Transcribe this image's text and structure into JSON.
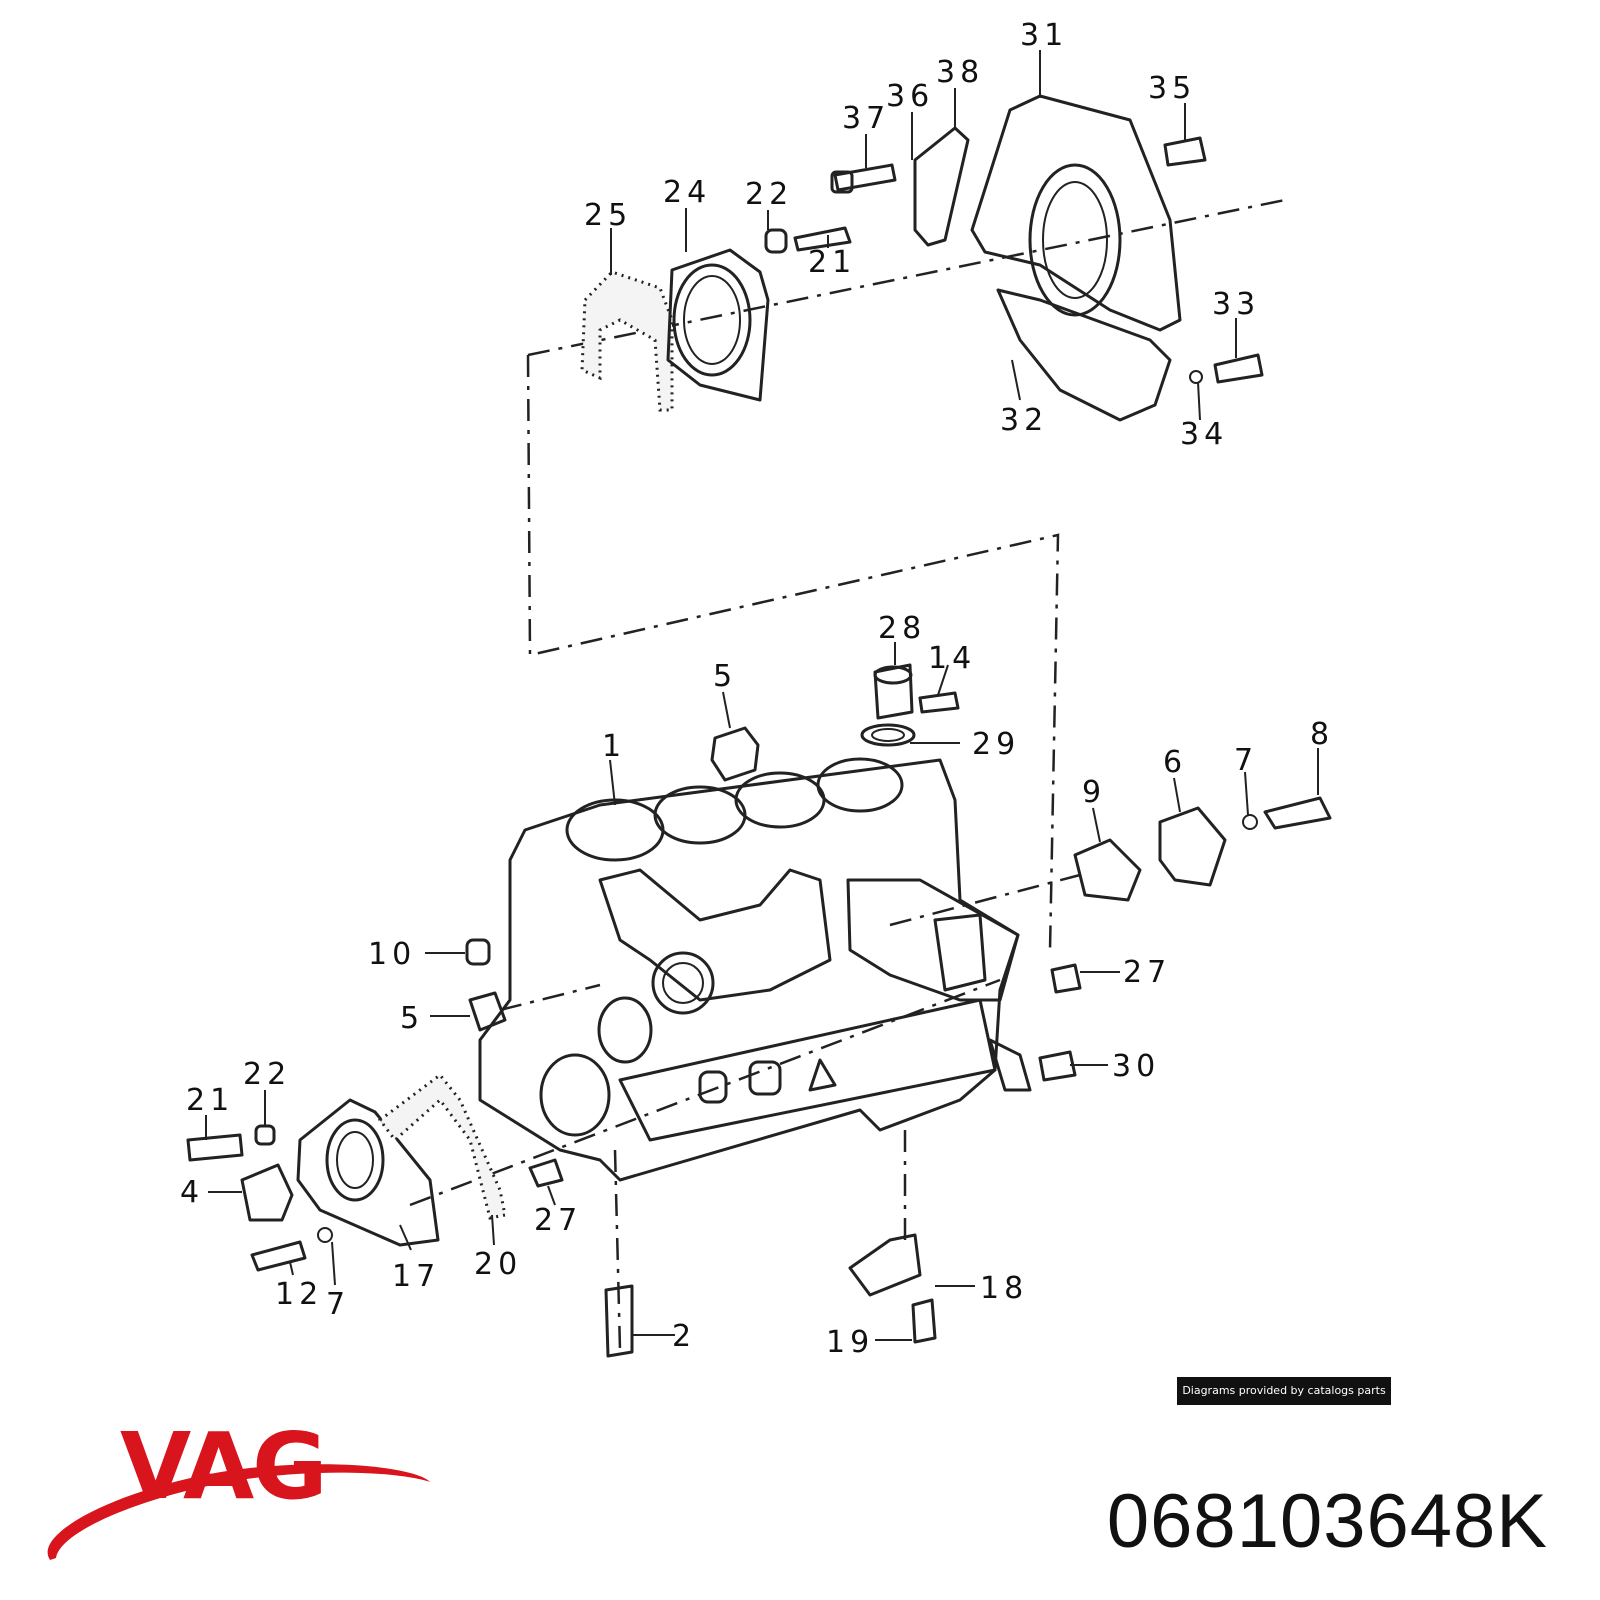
{
  "diagram": {
    "callouts": [
      "1",
      "2",
      "4",
      "5",
      "5",
      "6",
      "7",
      "7",
      "8",
      "9",
      "10",
      "12",
      "14",
      "17",
      "18",
      "19",
      "20",
      "21",
      "21",
      "22",
      "22",
      "24",
      "25",
      "27",
      "27",
      "28",
      "29",
      "30",
      "31",
      "32",
      "33",
      "34",
      "35",
      "36",
      "37",
      "38"
    ]
  },
  "footer": {
    "credit": "Diagrams provided by catalogs parts",
    "brand": "VAG",
    "part_number": "068103648K"
  },
  "colors": {
    "brand_red": "#d8141c",
    "line": "#222222",
    "credit_bg": "#111111"
  }
}
